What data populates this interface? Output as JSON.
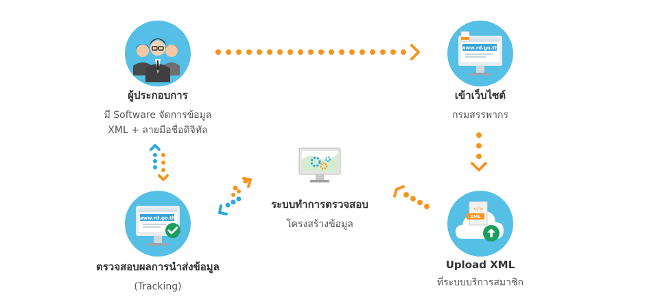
{
  "nodes": {
    "entrepreneur": {
      "title": "ผู้ประกอบการ",
      "line1": "มี Software จัดการข้อมูล",
      "line2": "XML + ลายมือชื่อดิจิทัล"
    },
    "website": {
      "title": "เข้าเว็บไซต์",
      "line1": "กรมสรรพากร",
      "url": "www.rd.go.th"
    },
    "upload": {
      "title": "Upload XML",
      "line1": "ที่ระบบบริการสมาชิก",
      "badge": "XML"
    },
    "tracking": {
      "title": "ตรวจสอบผลการนำส่งข้อมูล",
      "line1": "(Tracking)",
      "url": "www.rd.go.th"
    },
    "system": {
      "title": "ระบบทำการตรวจสอบ",
      "line1": "โครงสร้างข้อมูล"
    }
  },
  "colors": {
    "circle": "#55bfe6",
    "orange": "#f7941d",
    "blue": "#29a8e0",
    "green": "#1a9e5c"
  }
}
